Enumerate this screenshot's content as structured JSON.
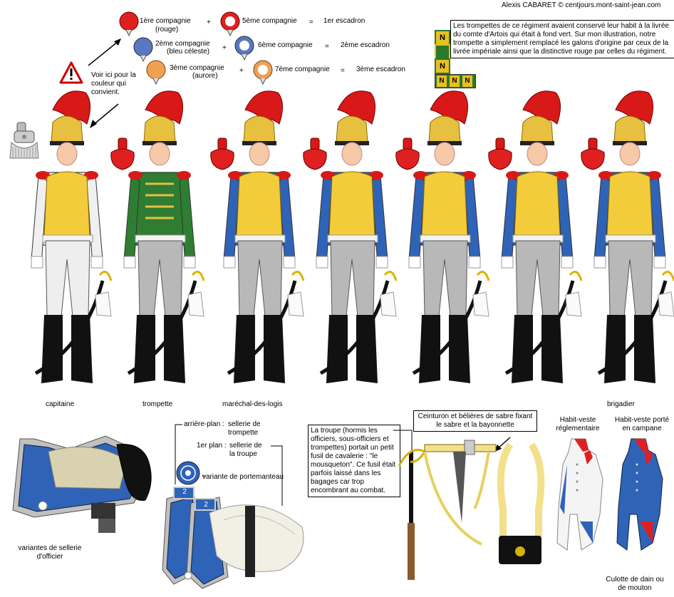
{
  "credit": "Alexis CABARET © centjours.mont-saint-jean.com",
  "legend": {
    "rows": [
      {
        "a": "1ère compagnie",
        "a_sub": "(rouge)",
        "b": "5ème compagnie",
        "result": "1er escadron",
        "color": "#e02020"
      },
      {
        "a": "2ème compagnie",
        "a_sub": "(bleu céleste)",
        "b": "6ème compagnie",
        "result": "2ème escadron",
        "color": "#5878c0"
      },
      {
        "a": "3ème compagnie",
        "a_sub": "(aurore)",
        "b": "7ème compagnie",
        "result": "3ème escadron",
        "color": "#f0a050"
      }
    ],
    "plus": "+",
    "equals": "="
  },
  "warning_text": "Voir ici pour la couleur qui convient.",
  "trumpet_note": "Les trompettes de ce régiment avaient conservé leur habit à la livrée du comte d'Artois qui était à fond vert. Sur mon illustration, notre trompette a simplement remplacé les galons d'origine par ceux de la livrée impériale ainsi que la distinctive rouge par celles du régiment.",
  "livery_letter": "N",
  "figures": [
    {
      "label": "capitaine"
    },
    {
      "label": "trompette"
    },
    {
      "label": "maréchal-des-logis"
    },
    {
      "label": ""
    },
    {
      "label": ""
    },
    {
      "label": ""
    },
    {
      "label": "brigadier"
    }
  ],
  "officer_saddle_caption": "variantes de sellerie d'officier",
  "saddle_notes": {
    "back_label": "arrière-plan :",
    "back_value": "sellerie de trompette",
    "front_label": "1er plan :",
    "front_value": "sellerie de la troupe",
    "valise": "variante de portemanteau",
    "number": "2"
  },
  "musket_note": "La troupe (hormis les officiers, sous-officiers et trompettes) portait un petit fusil de cavalerie : \"le mousqueton\". Ce fusil était parfois laissé dans les bagages car trop encombrant au combat.",
  "belt_note": "Ceinturon et bélières de sabre fixant le sabre et la bayonnette",
  "jacket_left": "Habit-veste réglementaire",
  "jacket_right": "Habit-veste porté en campane",
  "breeches": "Culotte de dain ou de mouton"
}
